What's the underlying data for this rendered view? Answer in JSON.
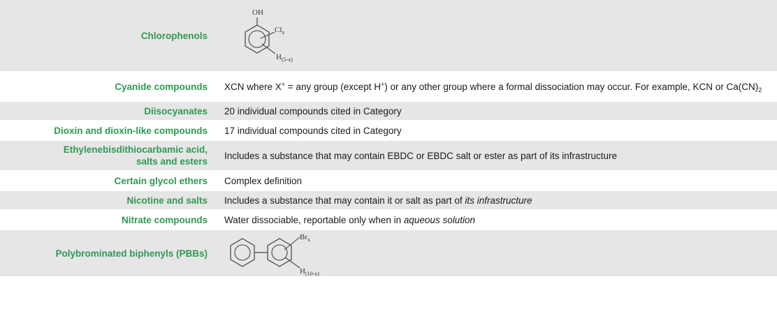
{
  "rows": [
    {
      "category": "Chlorophenols",
      "definition": "",
      "structure": {
        "oh": "OH",
        "cl": "Cl",
        "cl_sub": "x",
        "h": "H",
        "h_sub": "(5-x)"
      }
    },
    {
      "category": "Cyanide compounds",
      "d1": "XCN where X",
      "d1_sup": "+",
      "d2": " = any group (except H",
      "d2_sup": "+",
      "d3": ")  or any other group where a formal dissociation may occur. For example, KCN or Ca(CN)",
      "d3_sub": "2"
    },
    {
      "category": "Diisocyanates",
      "definition": "20 individual compounds cited in Category"
    },
    {
      "category": "Dioxin and dioxin-like compounds",
      "definition": "17 individual compounds cited in Category"
    },
    {
      "category_line1": "Ethylenebisdithiocarbamic acid,",
      "category_line2": "salts and esters",
      "definition": "Includes a substance that may contain EBDC or EBDC salt or ester as part of its infrastructure"
    },
    {
      "category": "Certain glycol ethers",
      "definition": "Complex definition"
    },
    {
      "category": "Nicotine and salts",
      "def_plain": "Includes a substance that may contain it or salt as part of ",
      "def_italic": "its infrastructure"
    },
    {
      "category": "Nitrate compounds",
      "def_plain": "Water dissociable, reportable only when in ",
      "def_italic": "aqueous solution"
    },
    {
      "category": "Polybrominated biphenyls (PBBs)",
      "definition": "",
      "structure": {
        "br": "Br",
        "br_sub": "x",
        "h": "H",
        "h_sub": "(10-x)"
      }
    }
  ]
}
